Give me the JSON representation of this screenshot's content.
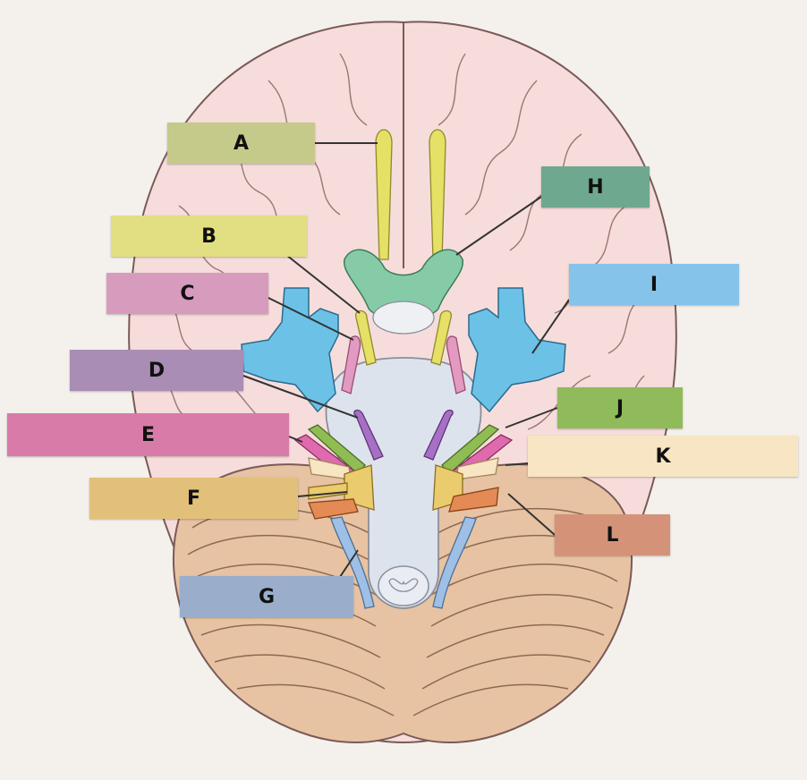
{
  "labels": [
    {
      "id": "A",
      "text": "A",
      "color": "#c5c98a"
    },
    {
      "id": "B",
      "text": "B",
      "color": "#e2de82"
    },
    {
      "id": "C",
      "text": "C",
      "color": "#d79bbd"
    },
    {
      "id": "D",
      "text": "D",
      "color": "#a98db4"
    },
    {
      "id": "E",
      "text": "E",
      "color": "#d97ba8"
    },
    {
      "id": "F",
      "text": "F",
      "color": "#e2c07a"
    },
    {
      "id": "G",
      "text": "G",
      "color": "#9aaecb"
    },
    {
      "id": "H",
      "text": "H",
      "color": "#6ea88f"
    },
    {
      "id": "I",
      "text": "I",
      "color": "#86c3ea"
    },
    {
      "id": "J",
      "text": "J",
      "color": "#90bb5a"
    },
    {
      "id": "K",
      "text": "K",
      "color": "#f7e5c3"
    },
    {
      "id": "L",
      "text": "L",
      "color": "#d49379"
    }
  ],
  "colors": {
    "background": "#f4f1ec",
    "cerebrum": "#f6dddb",
    "cerebrum_outline": "#7a5a58",
    "cerebellum": "#e7c3a3",
    "brainstem": "#dde3ec",
    "olfactory": "#e6e066",
    "optic_chiasm": "#86cba8",
    "trigeminal": "#6cc1e6",
    "oculomotor": "#e29ac0",
    "trochlear": "#a870c5",
    "abducens": "#e06aae",
    "facial_vestibulocochlear": "#eacb6d",
    "glossopharyngeal": "#e38a55",
    "vagus_accessory": "#9fc0e6",
    "hypoglossal": "#8fbd54",
    "leader_line": "#333333"
  }
}
